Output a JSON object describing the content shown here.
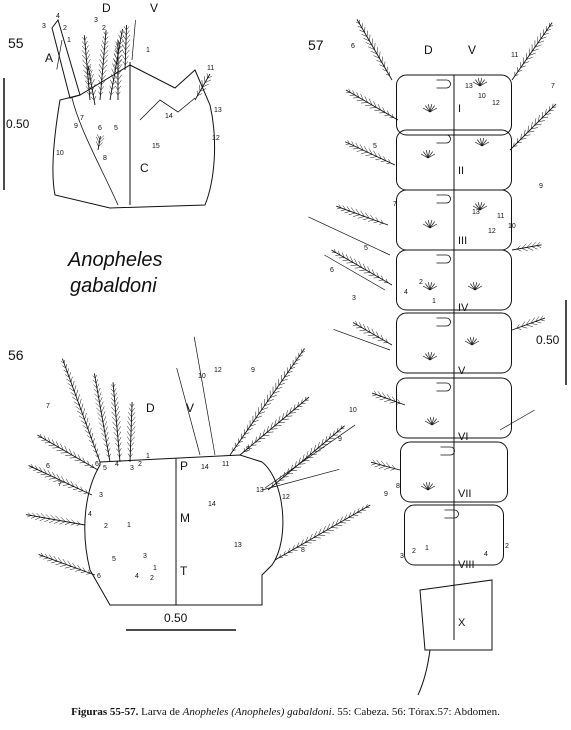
{
  "figures": {
    "head": {
      "number": "55",
      "dorsal_label": "D",
      "ventral_label": "V",
      "scale_label": "0.50",
      "region_labels": [
        "A",
        "C"
      ],
      "setae_left": [
        "4",
        "3",
        "2",
        "1",
        "3",
        "2",
        "7",
        "6",
        "5",
        "9",
        "10",
        "8"
      ],
      "setae_right": [
        "1",
        "11",
        "13",
        "14",
        "15",
        "12"
      ]
    },
    "species": {
      "line1": "Anopheles",
      "line2": "gabaldoni"
    },
    "thorax": {
      "number": "56",
      "dorsal_label": "D",
      "ventral_label": "V",
      "scale_label": "0.50",
      "region_labels": [
        "P",
        "M",
        "T"
      ],
      "setae_left": [
        "7",
        "6",
        "5",
        "4",
        "3",
        "2",
        "1",
        "6",
        "7",
        "3",
        "4",
        "2",
        "1",
        "5",
        "6",
        "3",
        "4",
        "2",
        "1"
      ],
      "setae_right": [
        "12",
        "10",
        "9",
        "14",
        "11",
        "8",
        "13",
        "12",
        "10",
        "9",
        "14",
        "13",
        "8"
      ]
    },
    "abdomen": {
      "number": "57",
      "dorsal_label": "D",
      "ventral_label": "V",
      "scale_label": "0.50",
      "segments": [
        "I",
        "II",
        "III",
        "IV",
        "V",
        "VI",
        "VII",
        "VIII",
        "X"
      ],
      "setae_left": [
        "6",
        "5",
        "4",
        "3",
        "2",
        "1",
        "6",
        "7",
        "5",
        "9",
        "8",
        "3",
        "2",
        "1"
      ],
      "setae_right": [
        "11",
        "13",
        "10",
        "12",
        "7",
        "9",
        "13",
        "11",
        "10",
        "12",
        "4",
        "2"
      ]
    }
  },
  "caption": {
    "prefix": "Figuras 55-57.",
    "text_a": " Larva de ",
    "species_italic": "Anopheles (Anopheles) gabaldoni",
    "text_b": ". 55: Cabeza. 56: Tórax.57: Abdomen."
  }
}
